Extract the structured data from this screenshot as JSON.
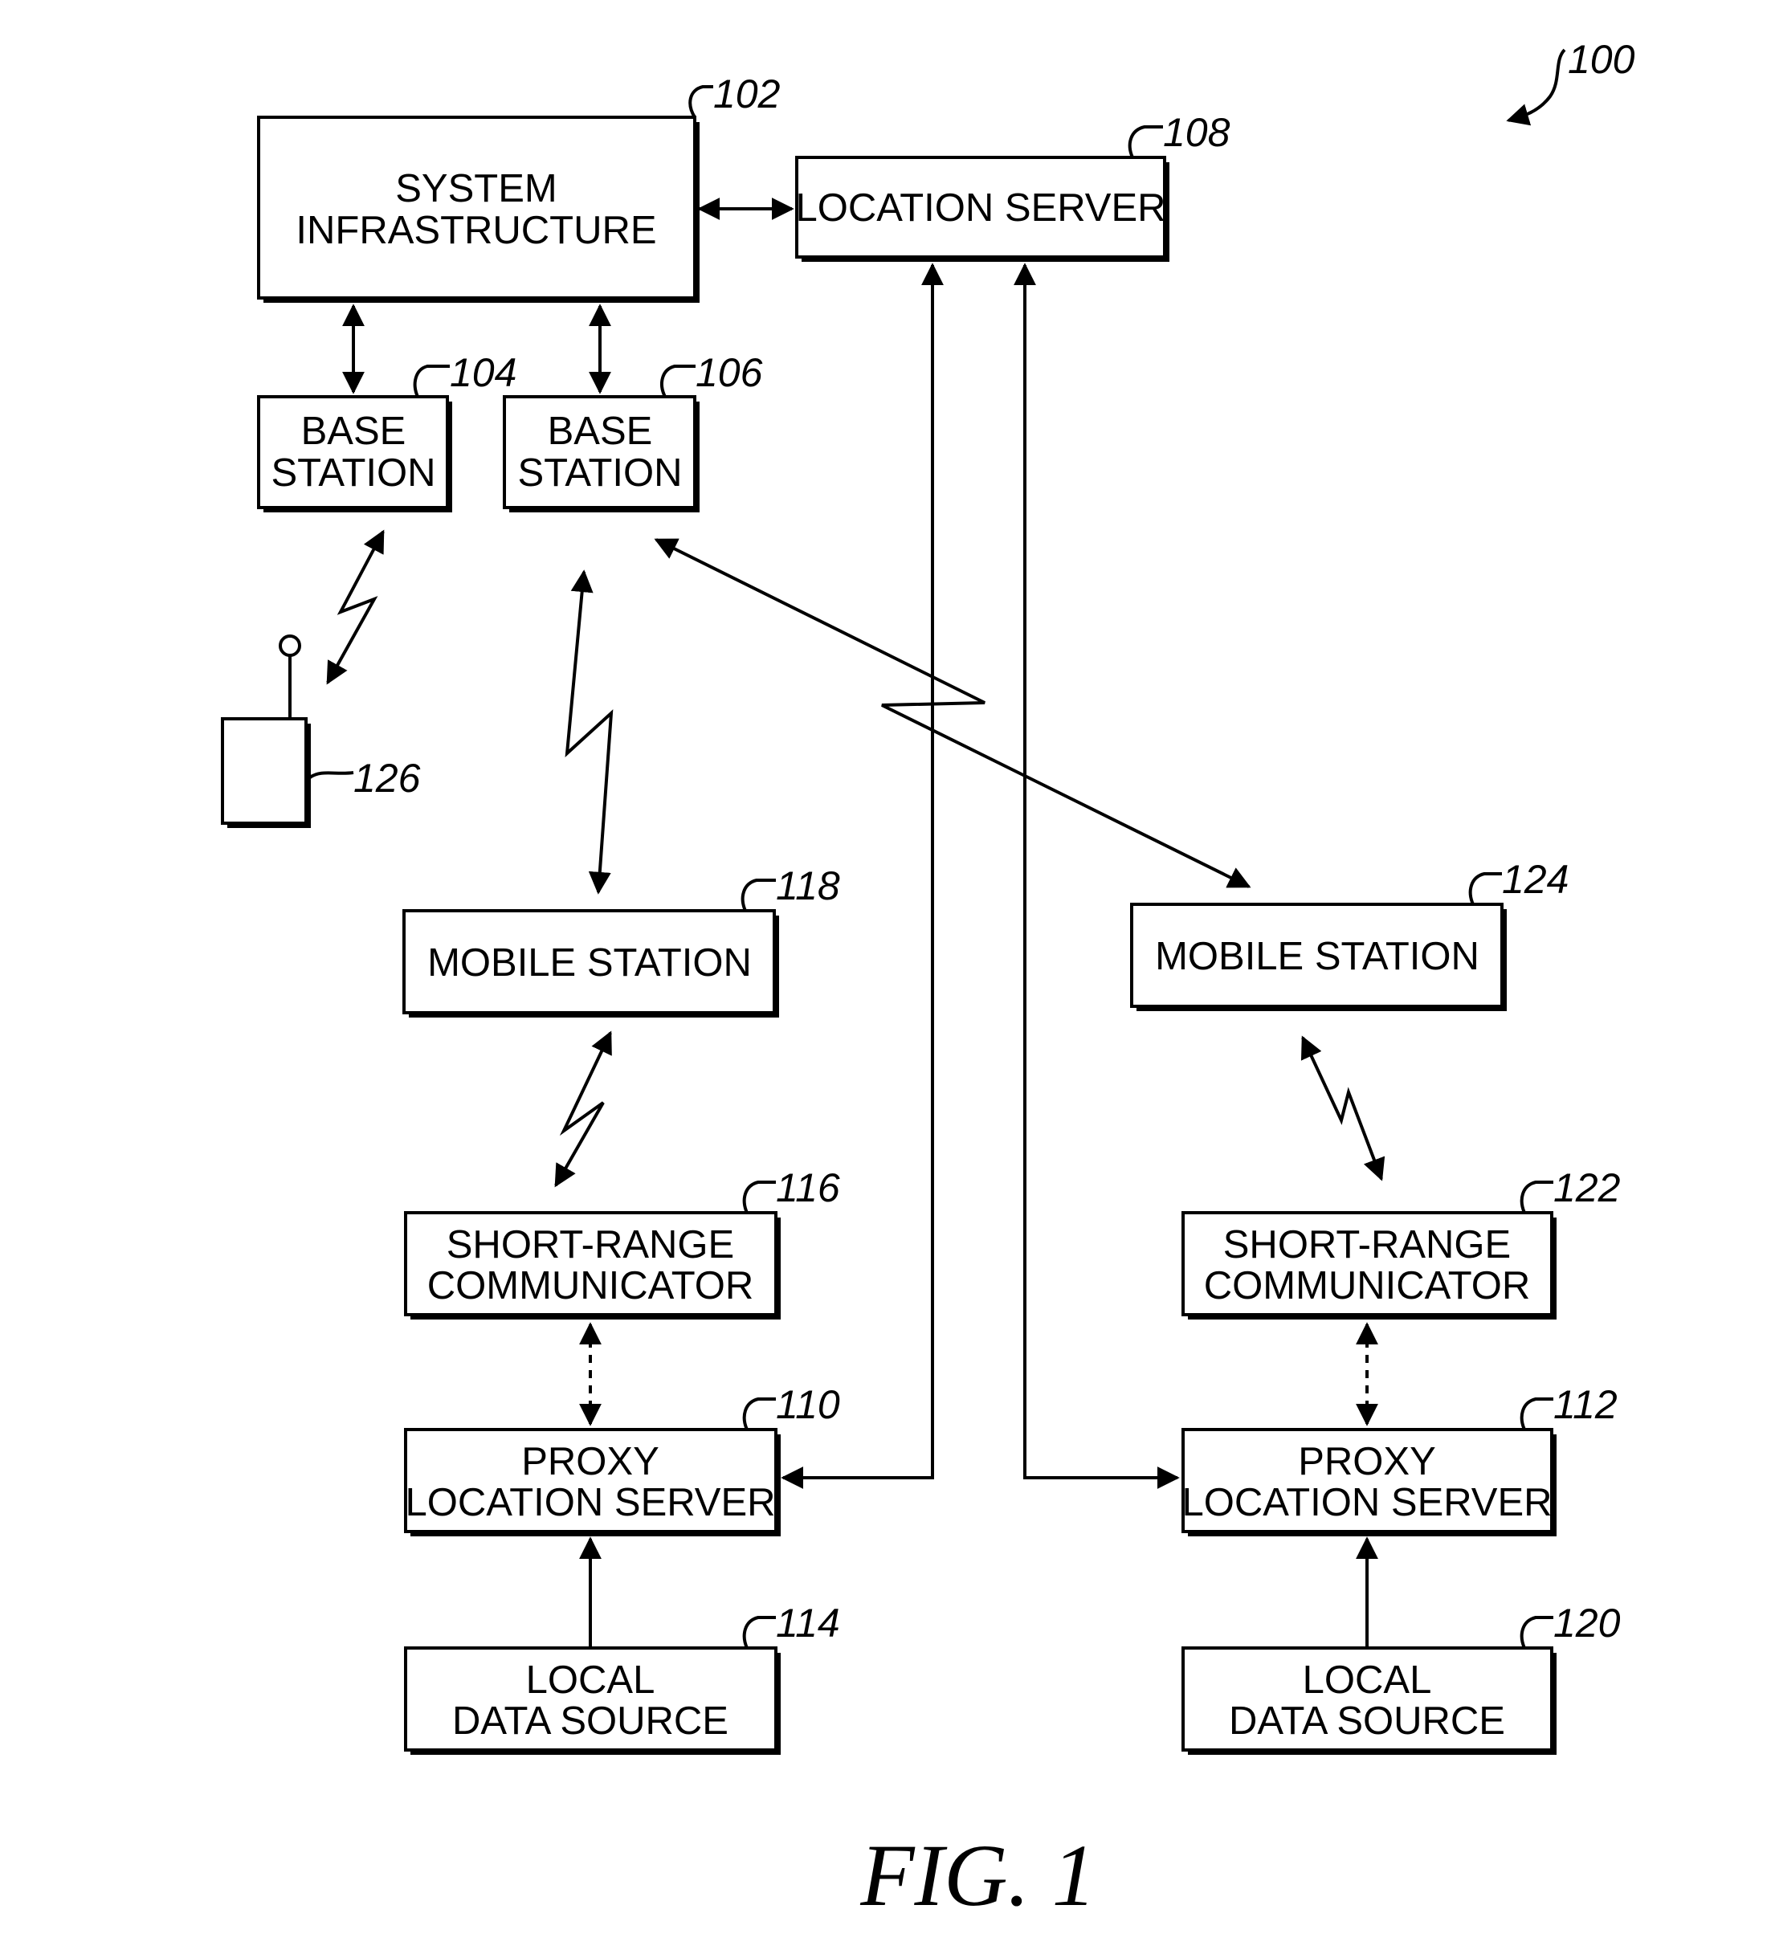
{
  "figure_label": "FIG. 1",
  "refs": {
    "system": "100",
    "system_infrastructure": "102",
    "base_station_a": "104",
    "base_station_b": "106",
    "location_server": "108",
    "proxy_server_a": "110",
    "proxy_server_b": "112",
    "local_data_a": "114",
    "short_range_a": "116",
    "mobile_station_a": "118",
    "local_data_b": "120",
    "short_range_b": "122",
    "mobile_station_b": "124",
    "device": "126"
  },
  "blocks": {
    "system_infrastructure": [
      "SYSTEM",
      "INFRASTRUCTURE"
    ],
    "location_server": [
      "LOCATION SERVER"
    ],
    "base_station_a": [
      "BASE",
      "STATION"
    ],
    "base_station_b": [
      "BASE",
      "STATION"
    ],
    "mobile_station_a": [
      "MOBILE STATION"
    ],
    "mobile_station_b": [
      "MOBILE STATION"
    ],
    "short_range_a": [
      "SHORT-RANGE",
      "COMMUNICATOR"
    ],
    "short_range_b": [
      "SHORT-RANGE",
      "COMMUNICATOR"
    ],
    "proxy_server_a": [
      "PROXY",
      "LOCATION SERVER"
    ],
    "proxy_server_b": [
      "PROXY",
      "LOCATION SERVER"
    ],
    "local_data_a": [
      "LOCAL",
      "DATA SOURCE"
    ],
    "local_data_b": [
      "LOCAL",
      "DATA SOURCE"
    ]
  }
}
